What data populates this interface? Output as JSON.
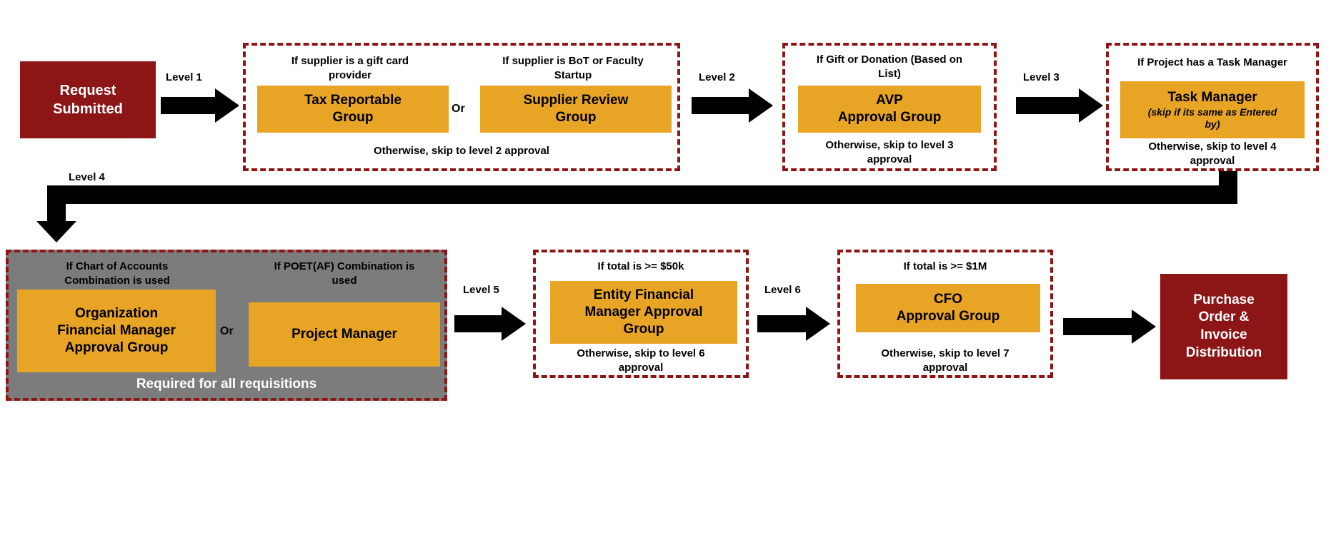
{
  "diagram": {
    "start": {
      "label": "Request\nSubmitted"
    },
    "levels": {
      "l1": {
        "arrow": "Level 1",
        "condition_a": "If supplier is a gift card\nprovider",
        "box_a": "Tax Reportable\nGroup",
        "or": "Or",
        "condition_b": "If supplier is BoT or Faculty\nStartup",
        "box_b": "Supplier Review\nGroup",
        "otherwise": "Otherwise, skip to level 2 approval"
      },
      "l2": {
        "arrow": "Level 2",
        "condition": "If Gift or Donation (Based on\nList)",
        "box": "AVP\nApproval Group",
        "otherwise": "Otherwise, skip to level 3\napproval"
      },
      "l3": {
        "arrow": "Level 3",
        "condition": "If Project has a Task Manager",
        "box_title": "Task Manager",
        "box_note": "(skip if its same as Entered\nby)",
        "otherwise": "Otherwise, skip to level 4\napproval"
      },
      "l4": {
        "arrow": "Level 4",
        "condition_a": "If Chart of Accounts\nCombination is used",
        "box_a": "Organization\nFinancial Manager\nApproval Group",
        "or": "Or",
        "condition_b": "If POET(AF) Combination is\nused",
        "box_b": "Project Manager",
        "footer": "Required for all requisitions"
      },
      "l5": {
        "arrow": "Level 5",
        "condition": "If total is >= $50k",
        "box": "Entity Financial\nManager Approval\nGroup",
        "otherwise": "Otherwise, skip to level 6\napproval"
      },
      "l6": {
        "arrow": "Level 6",
        "condition": "If total is >= $1M",
        "box": "CFO\nApproval Group",
        "otherwise": "Otherwise, skip to level 7\napproval"
      }
    },
    "end": {
      "label": "Purchase\nOrder &\nInvoice\nDistribution"
    },
    "colors": {
      "maroon": "#8C1515",
      "gold": "#E8A424",
      "gray": "#7C7C7C",
      "arrow_black": "#000000"
    }
  }
}
